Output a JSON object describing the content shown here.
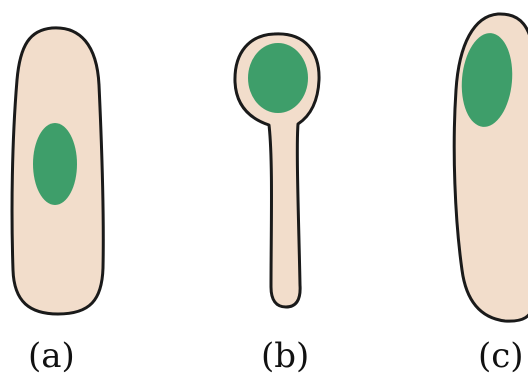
{
  "panels": [
    {
      "id": "a",
      "label": "(a)"
    },
    {
      "id": "b",
      "label": "(b)"
    },
    {
      "id": "c",
      "label": "(c)"
    }
  ],
  "colors": {
    "cell_fill": "#F2DDCB",
    "cell_outline": "#1A1A1A",
    "nucleus_fill": "#3E9E6A",
    "background": "#FFFFFF"
  }
}
